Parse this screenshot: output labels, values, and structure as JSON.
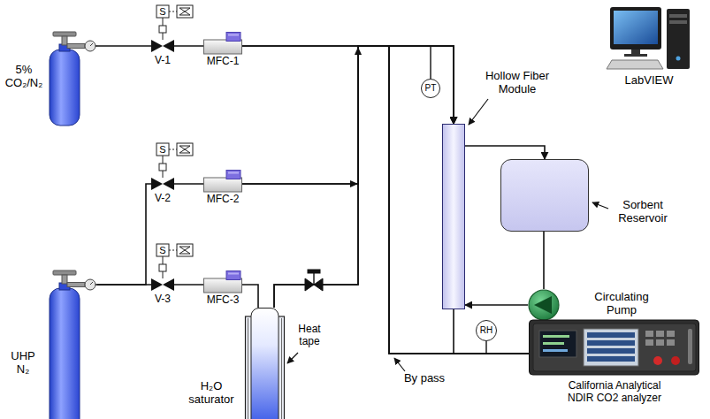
{
  "diagram": {
    "nodes": [
      {
        "text": [
          "5% CO₂/N₂"
        ]
      },
      {
        "text": [
          "V-1"
        ]
      },
      {
        "text": [
          "MFC-1"
        ]
      },
      {
        "text": [
          "PT"
        ]
      },
      {
        "text": [
          "Hollow Fiber Module"
        ]
      },
      {
        "text": [
          "LabVIEW"
        ]
      },
      {
        "text": [
          "Sorbent Reservoir"
        ]
      },
      {
        "text": [
          "V-2"
        ]
      },
      {
        "text": [
          "MFC-2"
        ]
      },
      {
        "text": [
          "V-3"
        ]
      },
      {
        "text": [
          "MFC-3"
        ]
      },
      {
        "text": [
          "Circulating Pump"
        ]
      },
      {
        "text": [
          "RH"
        ]
      },
      {
        "text": [
          "UHP N₂"
        ]
      },
      {
        "text": [
          "H₂O saturator"
        ]
      },
      {
        "text": [
          "California Analytical NDIR CO2 analyzer"
        ]
      }
    ],
    "edges": [
      {
        "from": 0,
        "to": 1,
        "arrow": "none"
      },
      {
        "from": 1,
        "to": 2,
        "arrow": "none"
      },
      {
        "from": 2,
        "to": 4,
        "arrow": "to"
      },
      {
        "from": 8,
        "to": 4,
        "arrow": "to"
      },
      {
        "from": 14,
        "to": 4,
        "arrow": "to"
      },
      {
        "from": 2,
        "to": 15,
        "arrow": "none"
      },
      {
        "from": 8,
        "to": 15,
        "arrow": "none"
      },
      {
        "from": 14,
        "to": 15,
        "arrow": "none"
      },
      {
        "from": 13,
        "to": 7,
        "arrow": "none"
      },
      {
        "from": 13,
        "to": 9,
        "arrow": "none"
      },
      {
        "from": 7,
        "to": 8,
        "arrow": "none"
      },
      {
        "from": 9,
        "to": 10,
        "arrow": "none"
      },
      {
        "from": 10,
        "to": 14,
        "arrow": "none"
      },
      {
        "from": 4,
        "to": 6,
        "arrow": "to"
      },
      {
        "from": 6,
        "to": 11,
        "arrow": "none"
      },
      {
        "from": 11,
        "to": 4,
        "arrow": "to"
      },
      {
        "from": 4,
        "to": 15,
        "arrow": "none"
      }
    ],
    "labels": [
      "S",
      "S",
      "S",
      "Heat tape",
      "By pass"
    ]
  }
}
